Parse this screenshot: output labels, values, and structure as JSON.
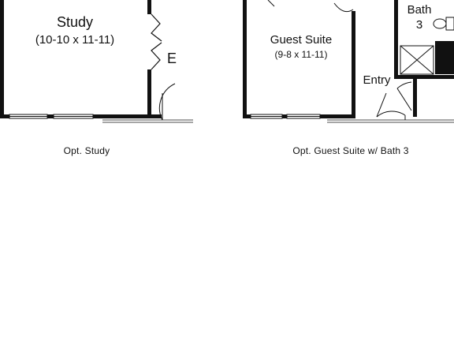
{
  "study": {
    "name": "Study",
    "dims": "(10-10 x 11-11)",
    "partial_label": "E",
    "caption": "Opt. Study"
  },
  "guest": {
    "name": "Guest Suite",
    "dims": "(9-8 x 11-11)",
    "entry": "Entry",
    "bath": "Bath",
    "bath_num": "3",
    "caption": "Opt. Guest Suite w/ Bath 3"
  }
}
